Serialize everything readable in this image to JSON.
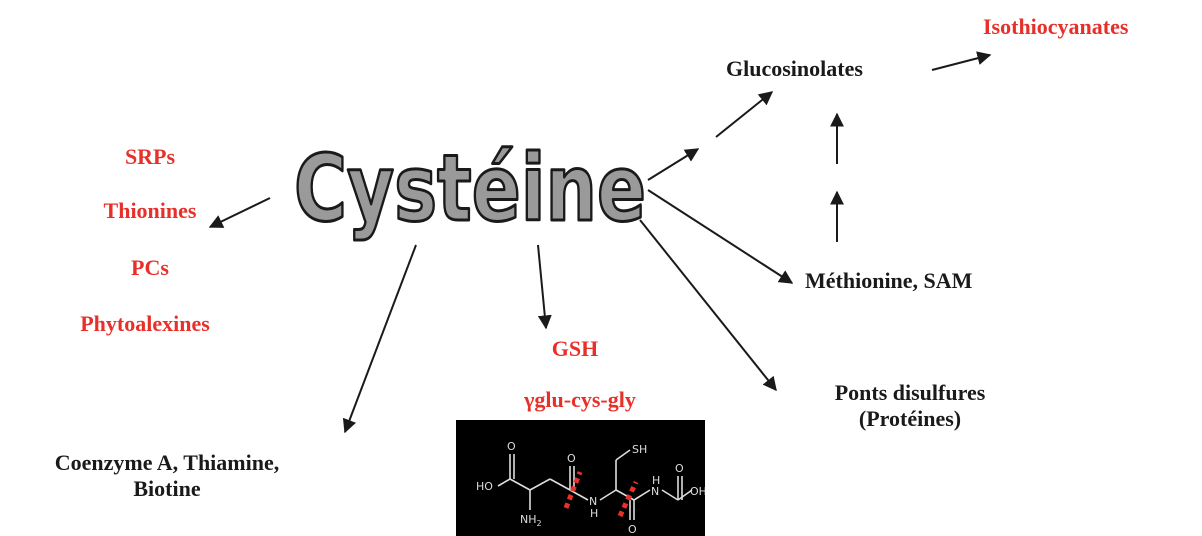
{
  "center": "Cystéine",
  "labels": {
    "isothiocyanates": "Isothiocyanates",
    "glucosinolates": "Glucosinolates",
    "srps": "SRPs",
    "thionines": "Thionines",
    "pcs": "PCs",
    "phytoalexines": "Phytoalexines",
    "methionine": "Méthionine, SAM",
    "gsh": "GSH",
    "gamma_glu": "γglu-cys-gly",
    "ponts_line1": "Ponts disulfures",
    "ponts_line2": "(Protéines)",
    "coenzyme_line1": "Coenzyme A, Thiamine,",
    "coenzyme_line2": "Biotine"
  },
  "molecule": {
    "sh": "SH",
    "ho": "HO",
    "oh": "OH",
    "nh2": "NH",
    "nh2_sub": "2",
    "nh_left": "H",
    "nh_left_n": "N",
    "nh_right": "H",
    "nh_right_n": "N",
    "o": "O"
  },
  "colors": {
    "accent_red": "#e8302a",
    "text_black": "#1a1a1a",
    "hero_fill": "#9a9a9a",
    "hero_stroke": "#1a1a1a",
    "molecule_bg": "#000000",
    "cleavage_marks": "#e8302a"
  }
}
